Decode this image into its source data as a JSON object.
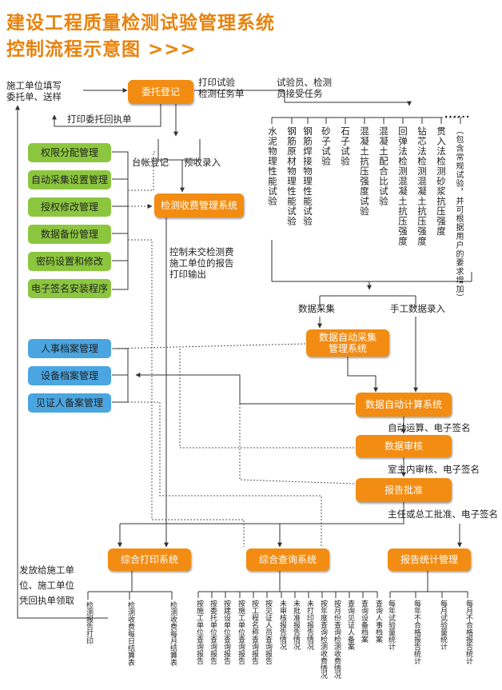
{
  "titles": {
    "main": "建设工程质量检测试验管理系统",
    "sub": "控制流程示意图 >>>"
  },
  "notes": {
    "fill_form": "施工单位填写\n委托单、送样",
    "print_receipt": "打印委托回执单",
    "print_task": "打印试验\n检测任务单",
    "accept_task": "试验员、检测\n员接受任务",
    "ledger": "台帐登记",
    "prepay": "预收录入",
    "unpaid_control": "控制未交检测费\n施工单位的报告\n打印输出",
    "data_collect": "数据采集",
    "manual_entry": "手工数据录入",
    "auto_sign": "自动运算、电子签名",
    "review_sign": "室主内审核、电子签名",
    "approve_sign": "主任或总工批准、电子签名",
    "distribute": "发放给施工单\n位、施工单位\n凭回执单领取"
  },
  "boxes": {
    "entrust": "委托登记",
    "fee_mgmt": "检测收费管理系统",
    "auto_collect": "数据自动采集\n管理系统",
    "auto_calc": "数据自动计算系统",
    "audit": "数据审核",
    "approve": "报告批准",
    "print_sys": "综合打印系统",
    "query_sys": "综合查询系统",
    "stats_mgmt": "报告统计管理"
  },
  "admin_items": [
    "权限分配管理",
    "自动采集设置管理",
    "授权修改管理",
    "数据备份管理",
    "密码设置和修改",
    "电子签名安装程序"
  ],
  "archive_items": [
    "人事档案管理",
    "设备档案管理",
    "见证人备案管理"
  ],
  "tests": [
    "水泥物理性能试验",
    "钢筋原材物理性能试验",
    "钢筋焊接物理性能试验",
    "砂子试验",
    "石子试验",
    "混凝土抗压强度试验",
    "混凝土配合比试验",
    "回弹法检测混凝土抗压强度",
    "钻芯法检测混凝土抗压强度",
    "贯入法检测砂浆抗压强度",
    "（包含常规试验，并可根据用户的要求增加）"
  ],
  "tests_more": "......",
  "print_outputs": [
    "检测报告打印",
    "检测收费每日结算表",
    "检测收费每月结算表"
  ],
  "query_outputs": [
    "按施工单位查询报告",
    "按委托单位查询报告",
    "按建设单位查询报告",
    "按施工单位查询报告",
    "按工程名称查询报告",
    "按见证人员查询报告",
    "未审核报告情况",
    "未批准报告情况",
    "未打印报告情况",
    "按年度查询检测收费情况",
    "按月份查询检测收费情况",
    "查询见证人备案",
    "查询设备档案",
    "查询人事档案"
  ],
  "stats_outputs": [
    "每年试验量统计",
    "每年不合格报告统计",
    "每月试验量统计",
    "每月不合格报告统计"
  ],
  "colors": {
    "title": "#e8820c",
    "process": "#f28c12",
    "admin": "#8cc63f",
    "archive": "#4aa5e0"
  }
}
